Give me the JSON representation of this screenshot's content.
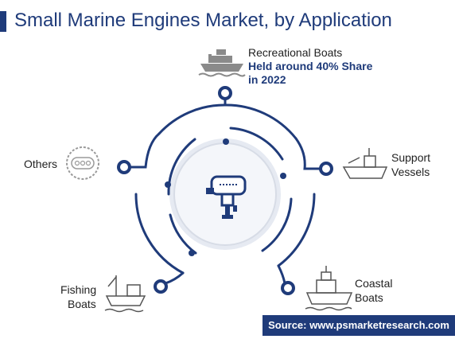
{
  "header": {
    "title": "Small Marine Engines Market, by Application"
  },
  "segments": {
    "recreational": {
      "label": "Recreational Boats",
      "highlight_1": "Held around 40% Share",
      "highlight_2": "in 2022"
    },
    "support": {
      "line_1": "Support",
      "line_2": "Vessels"
    },
    "coastal": {
      "line_1": "Coastal",
      "line_2": "Boats"
    },
    "fishing": {
      "line_1": "Fishing",
      "line_2": "Boats"
    },
    "others": {
      "label": "Others"
    }
  },
  "footer": {
    "source": "Source: www.psmarketresearch.com"
  },
  "colors": {
    "navy": "#1f3b7a",
    "center_fill": "#eef1f6",
    "icon_gray": "#9a9a9a"
  }
}
